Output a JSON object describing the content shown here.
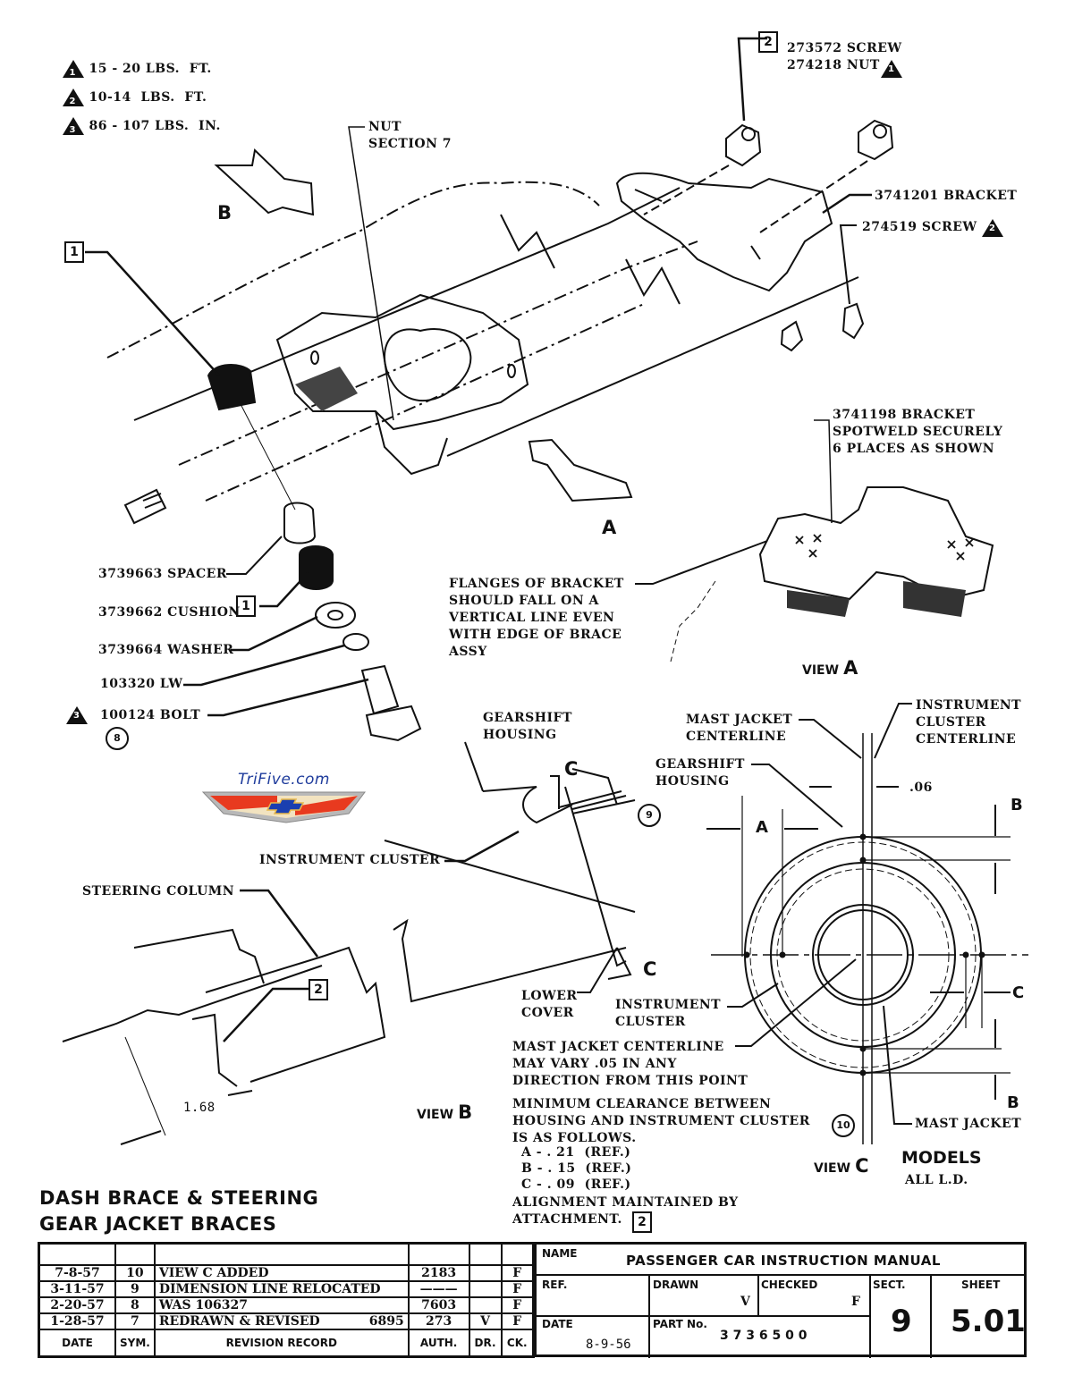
{
  "torque_legend": [
    {
      "symbol": "1",
      "value": "15 - 20 LBS.  FT."
    },
    {
      "symbol": "2",
      "value": "10-14  LBS.  FT."
    },
    {
      "symbol": "3",
      "value": "86 - 107 LBS.  IN."
    }
  ],
  "callouts": {
    "screw_273572": "273572 SCREW",
    "nut_274218": "274218 NUT",
    "bracket_3741201": "3741201 BRACKET",
    "screw_274519": "274519 SCREW",
    "nut_section": "NUT\nSECTION 7",
    "bracket_3741198": "3741198 BRACKET\nSPOTWELD SECURELY\n6 PLACES AS SHOWN",
    "flanges_note": "FLANGES OF BRACKET\nSHOULD FALL ON A\nVERTICAL LINE EVEN\nWITH EDGE OF BRACE\nASSY",
    "spacer": "3739663 SPACER",
    "cushion": "3739662 CUSHION",
    "washer": "3739664 WASHER",
    "lock_washer": "103320 LW",
    "bolt": "100124 BOLT",
    "gearshift_housing_b": "GEARSHIFT\nHOUSING",
    "instrument_cluster_b": "INSTRUMENT CLUSTER",
    "steering_column": "STEERING COLUMN",
    "lower_cover": "LOWER\nCOVER",
    "instrument_cluster_c": "INSTRUMENT\nCLUSTER",
    "dim_168": "1.68",
    "mast_jacket_centerline": "MAST JACKET\nCENTERLINE",
    "instrument_cluster_centerline": "INSTRUMENT\nCLUSTER\nCENTERLINE",
    "gearshift_housing_c": "GEARSHIFT\nHOUSING",
    "dim_06": ".06",
    "mast_jacket": "MAST JACKET",
    "mast_note": "MAST JACKET CENTERLINE\nMAY VARY .05 IN ANY\nDIRECTION FROM THIS POINT",
    "clearance_note": "MINIMUM CLEARANCE BETWEEN\nHOUSING AND INSTRUMENT CLUSTER\nIS AS FOLLOWS.",
    "clearances": [
      "A - . 21  (REF.)",
      "B - . 15  (REF.)",
      "C - . 09  (REF.)"
    ],
    "alignment_note": "ALIGNMENT MAINTAINED BY\nATTACHMENT."
  },
  "markers": {
    "box1": "1",
    "box2": "2",
    "circ8": "8",
    "circ9": "9",
    "circ10": "10",
    "letter_a": "A",
    "letter_b": "B",
    "letter_c": "C"
  },
  "views": {
    "view_word": "VIEW",
    "view_a": "A",
    "view_b": "B",
    "view_c": "C"
  },
  "models": {
    "heading": "MODELS",
    "value": "ALL L.D."
  },
  "page_title": "DASH BRACE & STEERING\nGEAR JACKET BRACES",
  "logo": {
    "text": "TriFive.com",
    "colors": {
      "text": "#1f3c9c",
      "red": "#e83a1f",
      "blue": "#1a3fb0",
      "gold": "#e8b84a",
      "silver": "#b8b8b8"
    }
  },
  "revision_table": {
    "headers": [
      "DATE",
      "SYM.",
      "REVISION RECORD",
      "AUTH.",
      "DR.",
      "CK."
    ],
    "rows": [
      [
        "7-8-57",
        "10",
        "VIEW C ADDED",
        "",
        "2183",
        "",
        "F"
      ],
      [
        "3-11-57",
        "9",
        "DIMENSION LINE RELOCATED",
        "",
        "———",
        "",
        "F"
      ],
      [
        "2-20-57",
        "8",
        "WAS 106327",
        "",
        "7603",
        "",
        "F"
      ],
      [
        "1-28-57",
        "7",
        "REDRAWN & REVISED",
        "6895",
        "273",
        "V",
        "F"
      ]
    ]
  },
  "title_block": {
    "name_label": "NAME",
    "name_value": "PASSENGER CAR INSTRUCTION MANUAL",
    "ref_label": "REF.",
    "drawn_label": "DRAWN",
    "drawn_value": "V",
    "checked_label": "CHECKED",
    "checked_value": "F",
    "sect_label": "SECT.",
    "sect_value": "9",
    "sheet_label": "SHEET",
    "sheet_value": "5.01",
    "date_label": "DATE",
    "date_value": "8-9-56",
    "part_label": "PART No.",
    "part_value": "3 7 3 6 5 0 0"
  }
}
